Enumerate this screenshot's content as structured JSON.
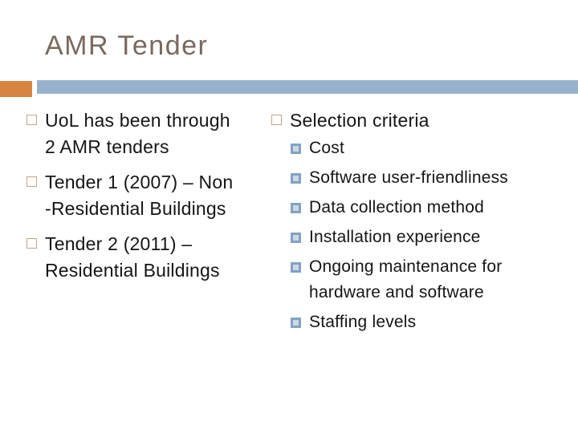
{
  "slide": {
    "title": "AMR Tender",
    "colors": {
      "accent_orange": "#D6843F",
      "divider_blue": "#97B2CD",
      "title_brown": "#7B685D",
      "level1_bullet_border_tan": "#C9A284",
      "level2_bullet_border_blue": "#82A3C1",
      "level2_bullet_fill_blue": "#CBD8E6",
      "body_text": "#151515",
      "background": "#FFFFFF"
    },
    "bullet_icons": {
      "level1": "hollow-square-bullet",
      "level2": "blue-filled-square-bullet"
    },
    "left_column": {
      "items": [
        {
          "lines": [
            "UoL has been through",
            "2 AMR tenders"
          ]
        },
        {
          "lines": [
            "Tender 1 (2007) – Non",
            "-Residential Buildings"
          ]
        },
        {
          "lines": [
            "Tender 2 (2011) –",
            "Residential Buildings"
          ]
        }
      ]
    },
    "right_column": {
      "heading": "Selection criteria",
      "items": [
        {
          "lines": [
            "Cost"
          ]
        },
        {
          "lines": [
            "Software user-friendliness"
          ]
        },
        {
          "lines": [
            "Data collection method"
          ]
        },
        {
          "lines": [
            "Installation experience"
          ]
        },
        {
          "lines": [
            "Ongoing maintenance for",
            "hardware and software"
          ]
        },
        {
          "lines": [
            "Staffing levels"
          ]
        }
      ]
    }
  }
}
